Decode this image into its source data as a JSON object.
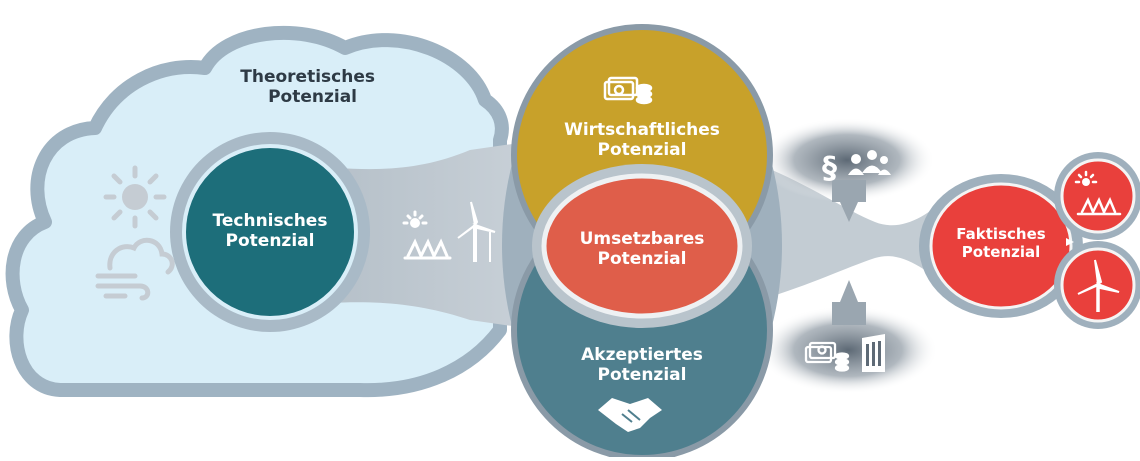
{
  "diagram": {
    "theoretical": {
      "line1": "Theoretisches",
      "line2": "Potenzial"
    },
    "technical": {
      "line1": "Technisches",
      "line2": "Potenzial"
    },
    "economic": {
      "line1": "Wirtschaftliches",
      "line2": "Potenzial"
    },
    "accepted": {
      "line1": "Akzeptiertes",
      "line2": "Potenzial"
    },
    "feasible": {
      "line1": "Umsetzbares",
      "line2": "Potenzial"
    },
    "factual": {
      "line1": "Faktisches",
      "line2": "Potenzial"
    },
    "legal_symbol": "§"
  },
  "colors": {
    "cloud_fill": "#d9eef8",
    "cloud_border": "#9fb3c2",
    "technical": "#1d6e7a",
    "economic": "#c8a12a",
    "accepted": "#4f7f8e",
    "feasible": "#df5e4a",
    "factual": "#e9403c",
    "connector": "#b9c3cb",
    "dark_blob": "#5e6a76"
  },
  "icons": [
    "sun-icon",
    "wind-cloud-icon",
    "solar-panel-icon",
    "wind-turbine-icon",
    "money-coins-icon",
    "people-icon",
    "building-icon",
    "handshake-icon"
  ]
}
